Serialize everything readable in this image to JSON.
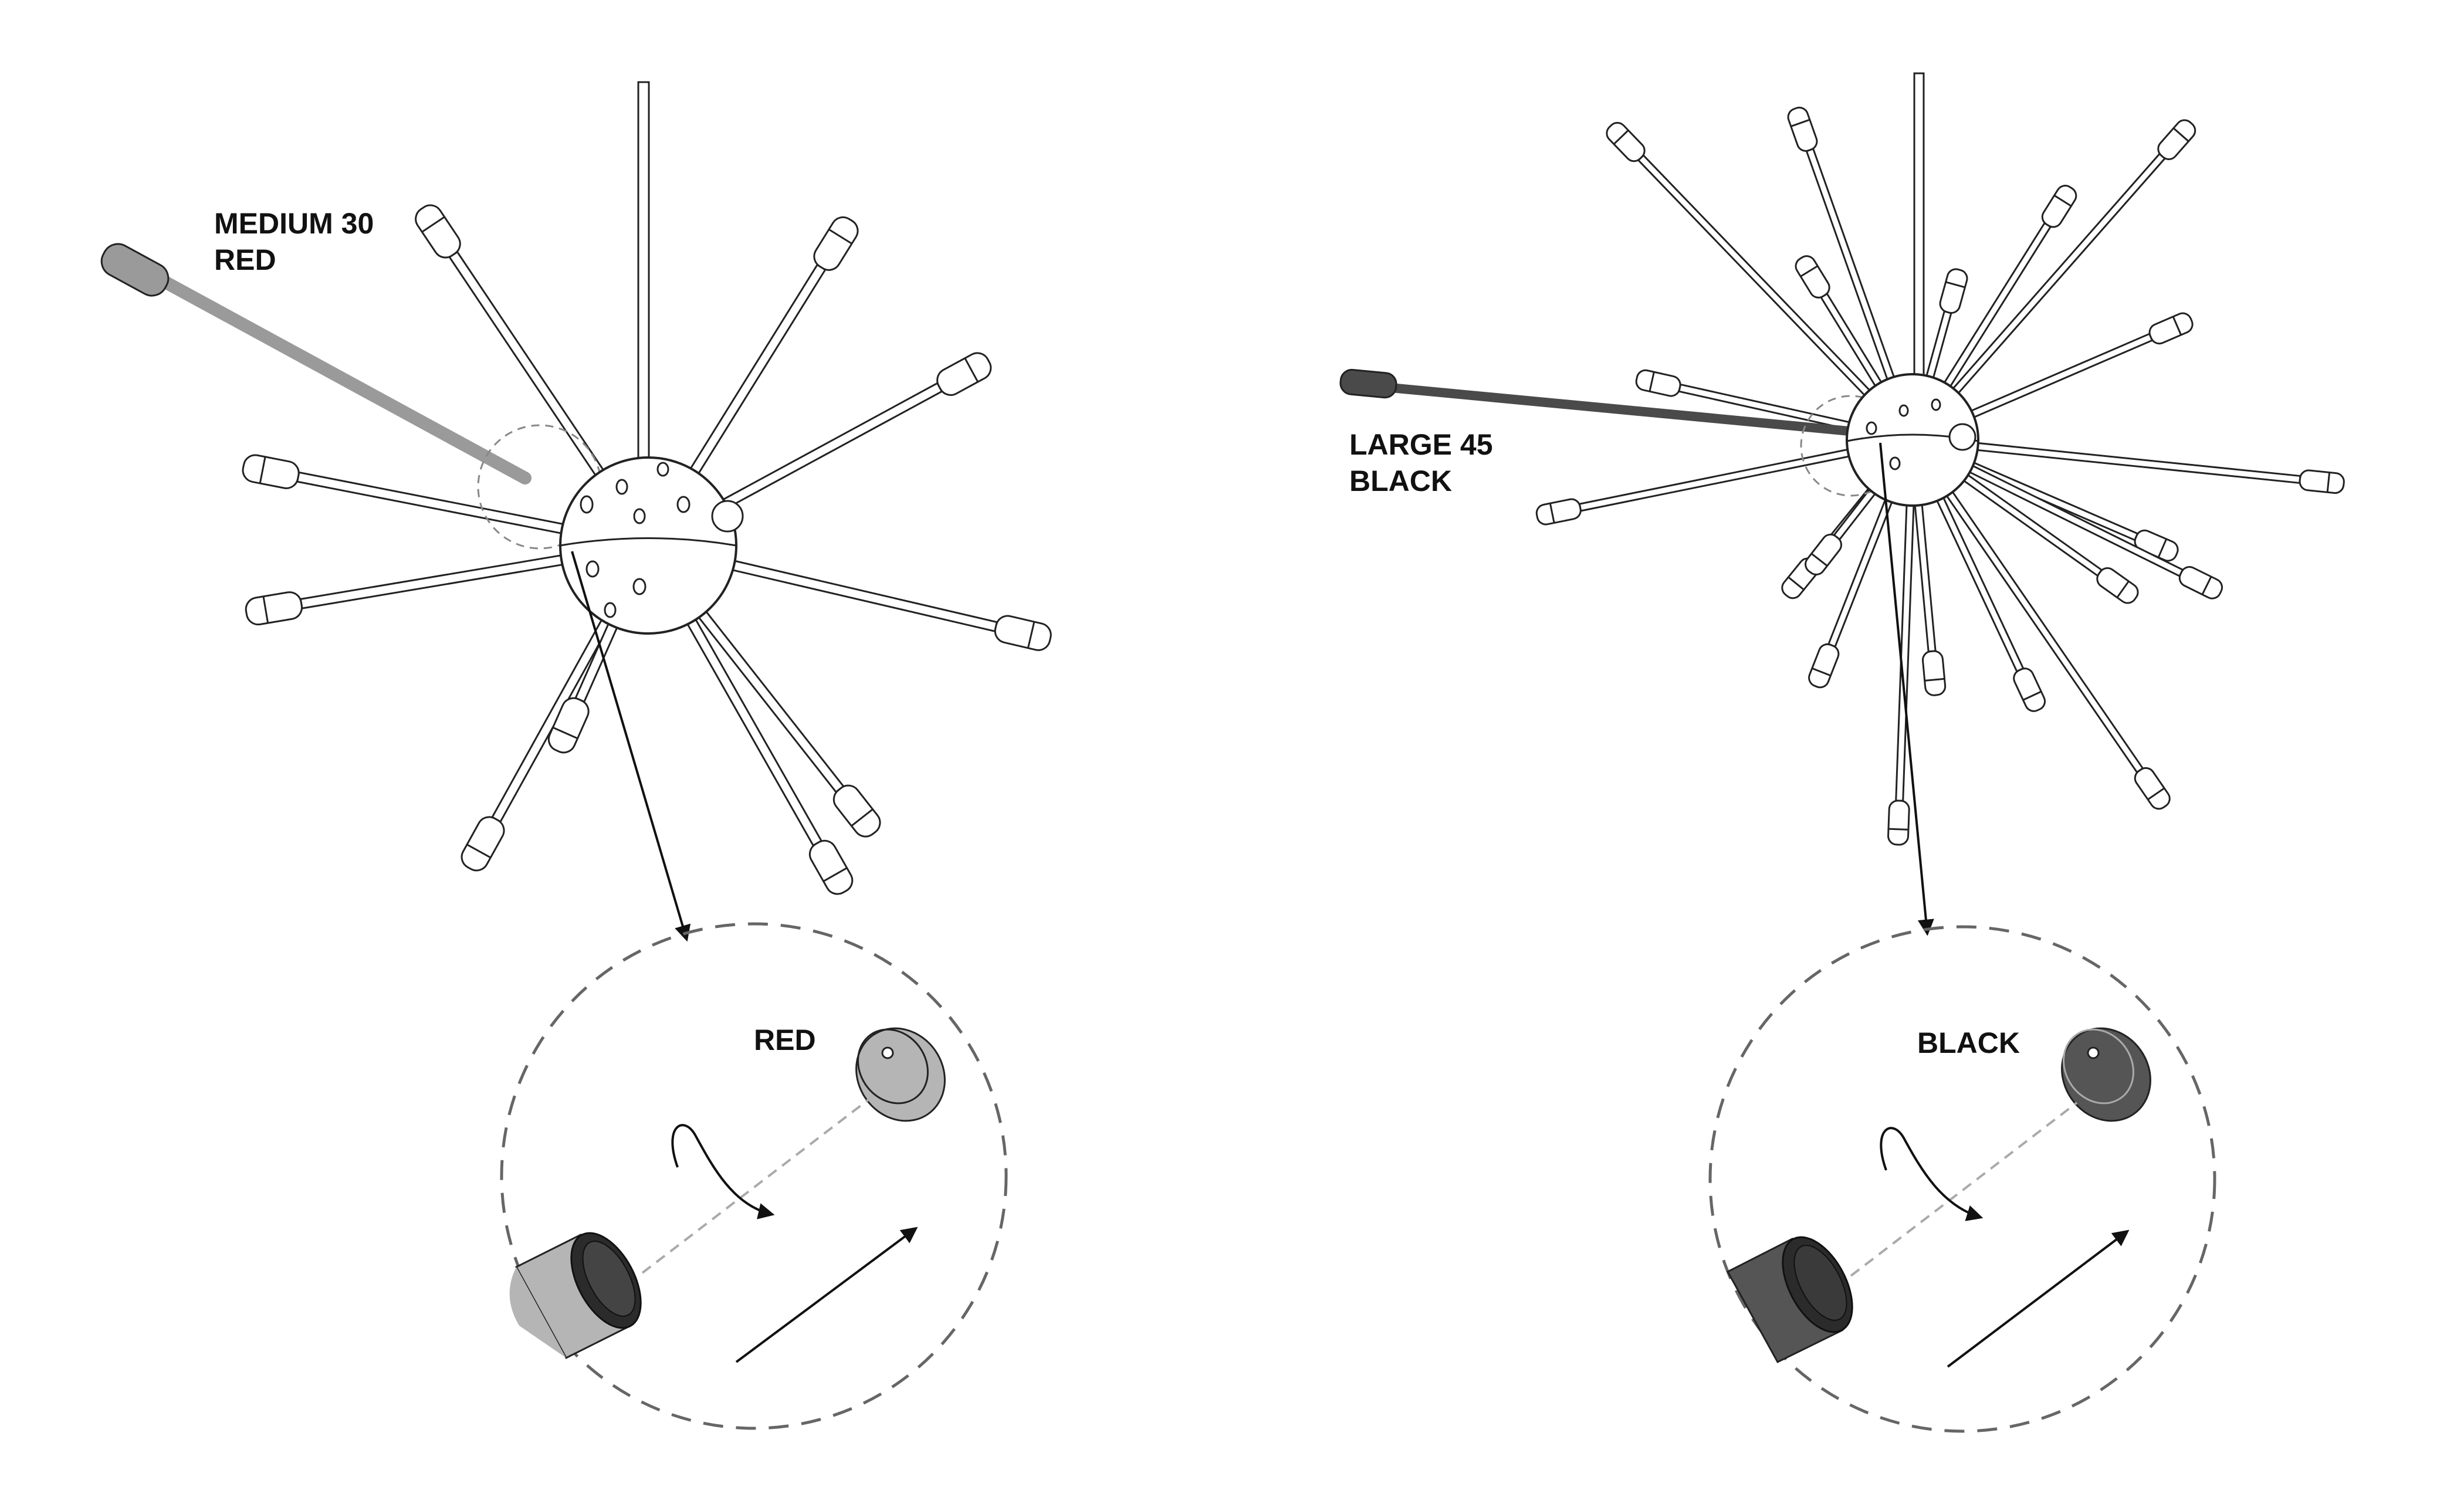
{
  "left_assembly": {
    "rod_label_line1": "MEDIUM 30",
    "rod_label_line2": "RED",
    "detail_color_label": "RED",
    "highlight_color": "#9a9a9a",
    "cap_fill": "#b5b5b5"
  },
  "right_assembly": {
    "rod_label_line1": "LARGE 45",
    "rod_label_line2": "BLACK",
    "detail_color_label": "BLACK",
    "highlight_color": "#4a4a4a",
    "cap_fill": "#555555"
  }
}
